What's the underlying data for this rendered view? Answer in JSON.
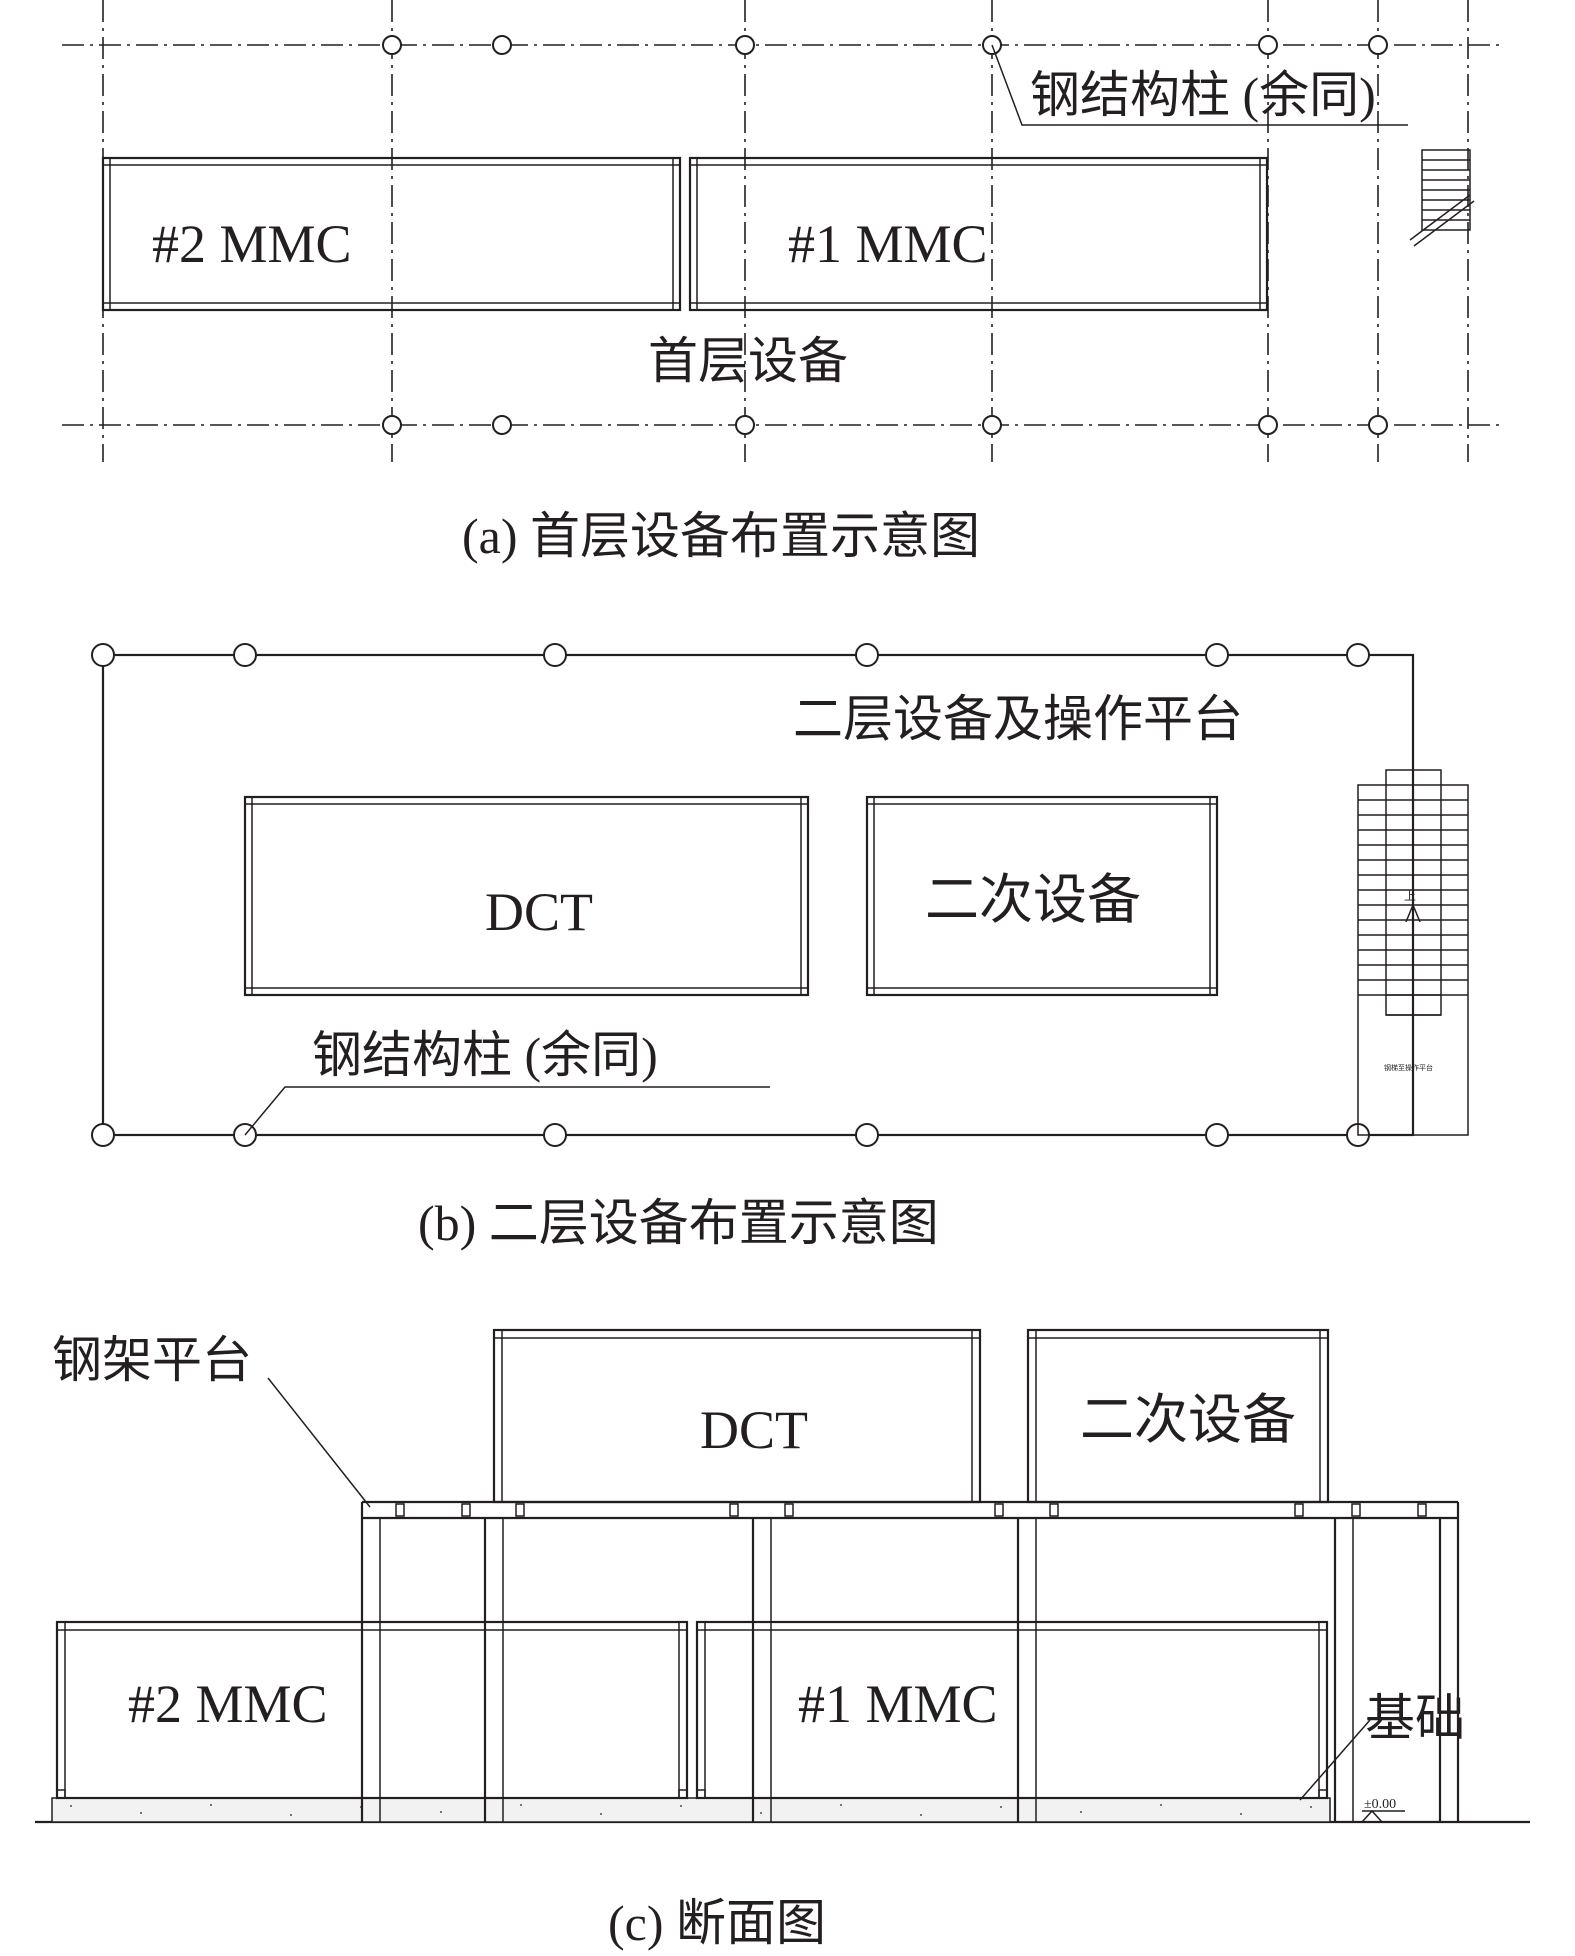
{
  "panel_a": {
    "mmc2_label": "#2 MMC",
    "mmc1_label": "#1 MMC",
    "floor_label": "首层设备",
    "column_note": "钢结构柱 (余同)",
    "caption": "(a) 首层设备布置示意图"
  },
  "panel_b": {
    "platform_label": "二层设备及操作平台",
    "dct_label": "DCT",
    "secondary_label": "二次设备",
    "column_note": "钢结构柱 (余同)",
    "stair_up_mark": "上",
    "stair_note": "钢梯至操作平台",
    "caption": "(b) 二层设备布置示意图"
  },
  "panel_c": {
    "steel_platform_label": "钢架平台",
    "dct_label": "DCT",
    "secondary_label": "二次设备",
    "mmc2_label": "#2 MMC",
    "mmc1_label": "#1 MMC",
    "foundation_label": "基础",
    "elevation_label": "±0.00",
    "caption": "(c) 断面图"
  },
  "colors": {
    "line": "#231f20",
    "background": "#ffffff",
    "hatch": "#f2f2f2"
  }
}
